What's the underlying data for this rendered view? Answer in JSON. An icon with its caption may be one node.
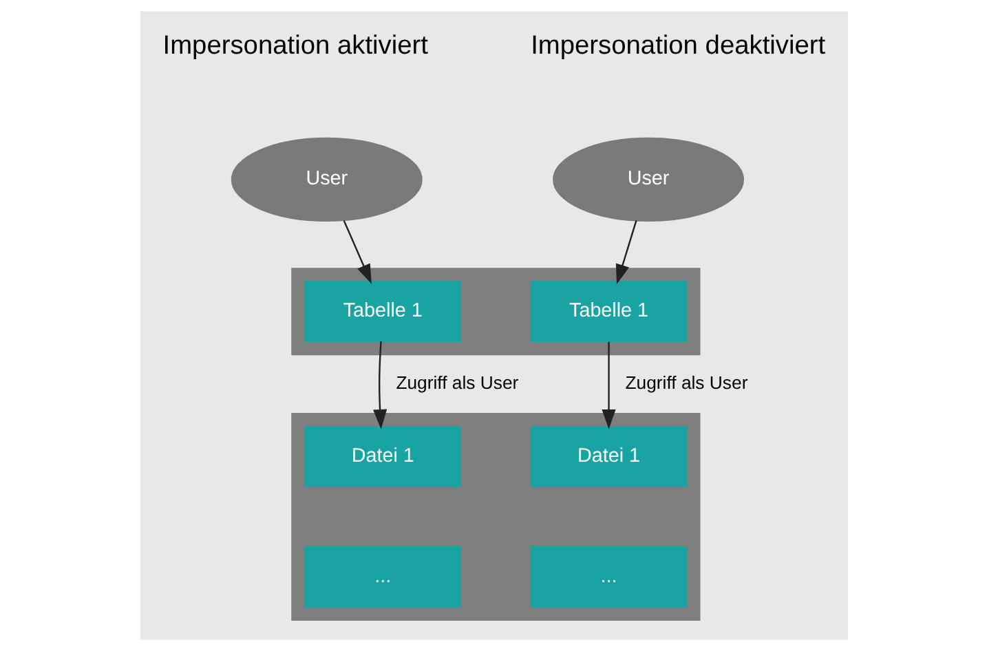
{
  "diagram": {
    "nodes": [
      {
        "text": [
          "User"
        ]
      },
      {
        "text": [
          "User"
        ]
      },
      {
        "text": [],
        "shape": "bar"
      },
      {
        "text": [
          "Tabelle 1"
        ],
        "in": 2
      },
      {
        "text": [
          "Tabelle 1"
        ],
        "in": 2
      },
      {
        "text": [],
        "shape": "bar"
      },
      {
        "text": [
          "Datei 1"
        ],
        "in": 5
      },
      {
        "text": [
          "..."
        ],
        "in": 5
      },
      {
        "text": [
          "Datei 1"
        ],
        "in": 5
      },
      {
        "text": [
          "..."
        ],
        "in": 5
      }
    ],
    "edges": [
      {
        "from": 0,
        "to": 3,
        "arrow": "to"
      },
      {
        "from": 3,
        "to": 6,
        "arrow": "to",
        "label": "Zugriff als User"
      },
      {
        "from": 1,
        "to": 4,
        "arrow": "to"
      },
      {
        "from": 4,
        "to": 8,
        "arrow": "to",
        "label": "Zugriff als User"
      }
    ],
    "labels": [
      "Impersonation aktiviert",
      "Impersonation deaktiviert"
    ]
  }
}
